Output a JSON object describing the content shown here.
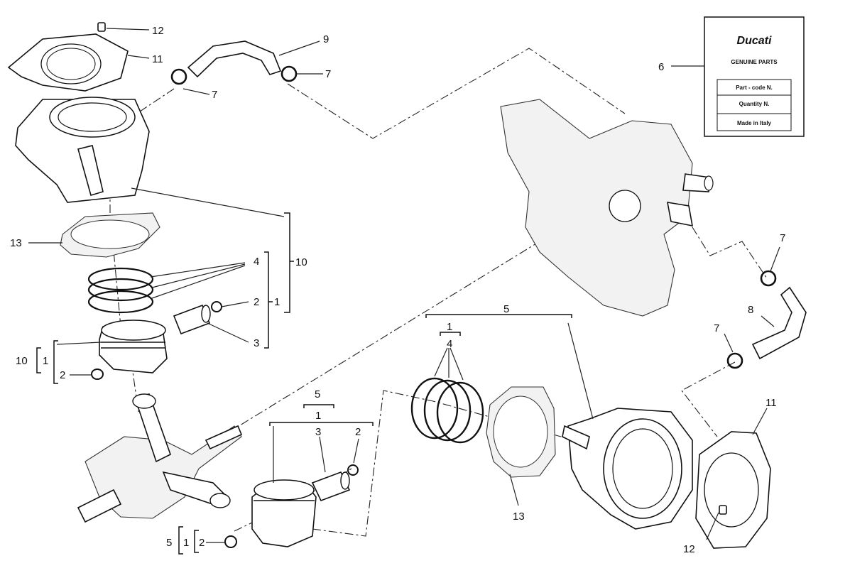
{
  "callouts": {
    "c12_top": "12",
    "c11_top": "11",
    "c9": "9",
    "c7_a": "7",
    "c7_b": "7",
    "c6": "6",
    "c10_right": "10",
    "c4_left": "4",
    "c2_left": "2",
    "c1_left": "1",
    "c3_left": "3",
    "c13_left": "13",
    "c10_left": "10",
    "c1_left_brace": "1",
    "c2_left_bottom": "2",
    "c7_c": "7",
    "c8": "8",
    "c7_d": "7",
    "c5_mid": "5",
    "c1_mid": "1",
    "c4_mid": "4",
    "c11_right": "11",
    "c13_mid": "13",
    "c12_bottom": "12",
    "c5_low": "5",
    "c1_low": "1",
    "c3_low": "3",
    "c2_low": "2",
    "c5_brace": "5",
    "c1_brace": "1",
    "c2_brace": "2"
  },
  "genuine_card": {
    "brand": "Ducati",
    "title": "GENUINE PARTS",
    "field1": "Part - code N.",
    "field2": "Quantity N.",
    "field3": "Made in Italy"
  }
}
